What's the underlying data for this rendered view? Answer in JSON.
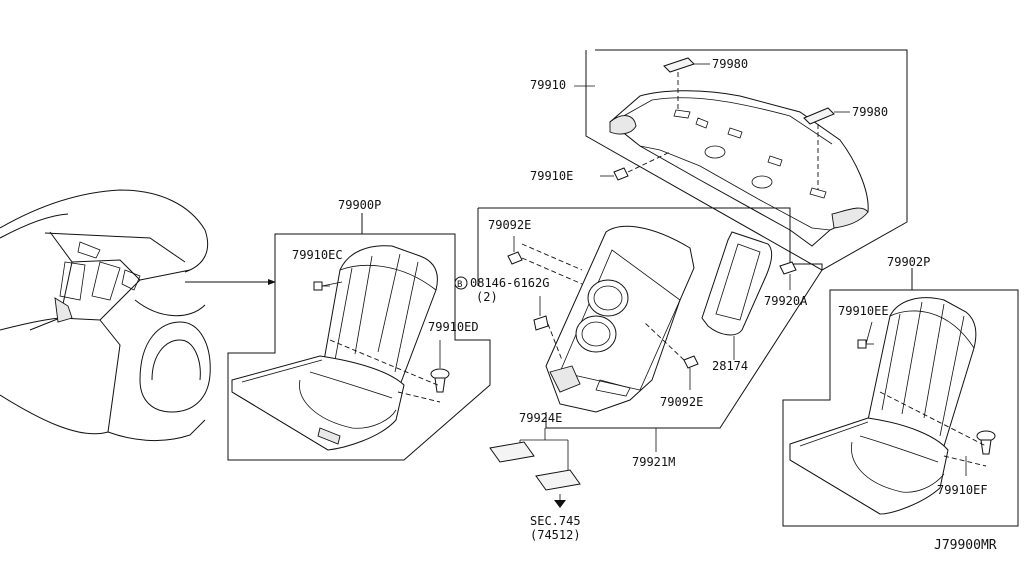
{
  "diagram_code": "J79900MR",
  "parts": {
    "p79900P": "79900P",
    "p79910EC": "79910EC",
    "p79910ED": "79910ED",
    "p79910": "79910",
    "p79980a": "79980",
    "p79980b": "79980",
    "p79910E": "79910E",
    "p79092Ea": "79092E",
    "bolt_code": "08146-6162G",
    "bolt_qty": "(2)",
    "bolt_symbol": "B",
    "p79920A": "79920A",
    "p28174": "28174",
    "p79092Eb": "79092E",
    "p79924E": "79924E",
    "p79921M": "79921M",
    "p79902P": "79902P",
    "p79910EE": "79910EE",
    "p79910EF": "79910EF"
  },
  "reference": {
    "sec": "SEC.745",
    "code": "(74512)"
  }
}
